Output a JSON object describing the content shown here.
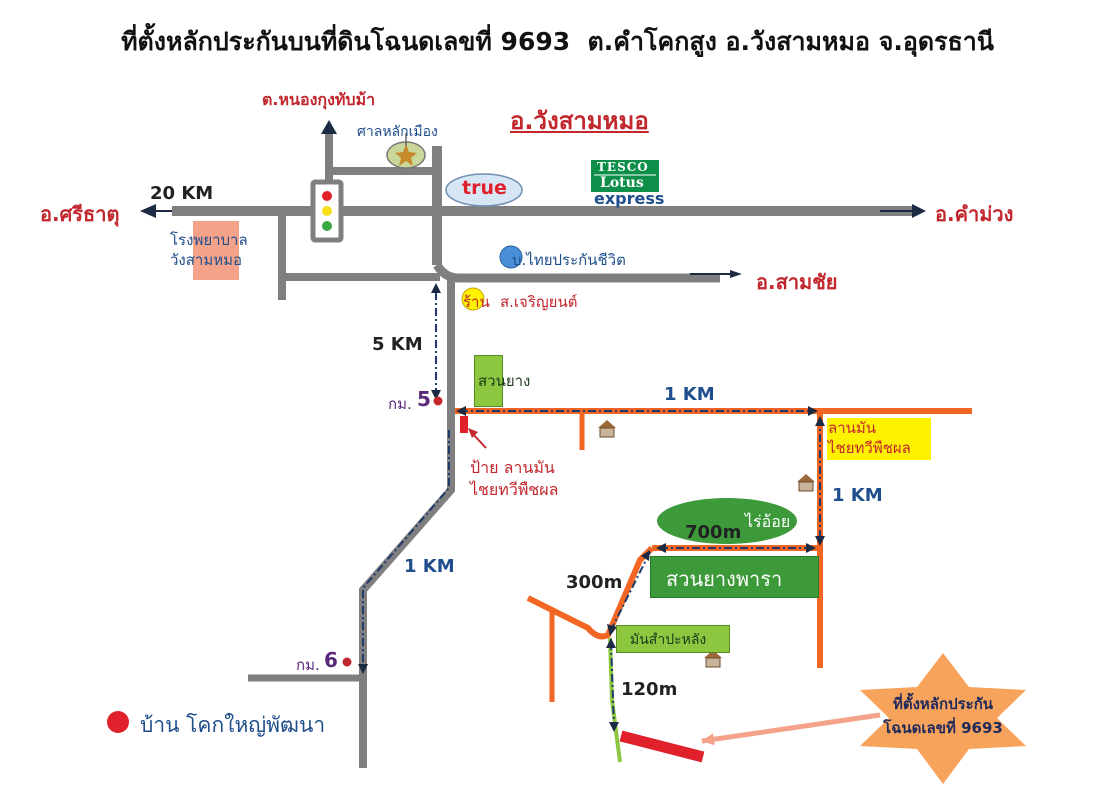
{
  "title": "ที่ตั้งหลักประกันบนที่ดินโฉนดเลขที่ 9693  ต.คำโคกสูง อ.วังสามหมอ จ.อุดรธานี",
  "places": {
    "district": "อ.วังสามหมอ",
    "north": "ต.หนองกุงทับม้า",
    "shrine": "ศาลหลักเมือง",
    "west": "อ.ศรีธาตุ",
    "east": "อ.คำม่วง",
    "southeast": "อ.สามชัย",
    "hospital": "โรงพยาบาล\nวังสามหมอ",
    "insurance": "บ.ไทยประกันชีวิต",
    "shop_prefix": "ร้าน",
    "shop": "ส.เจริญยนต์",
    "rubber_small": "สวนยาง",
    "km5_marker": "กม.",
    "km5_num": "5",
    "km6_marker": "กม.",
    "km6_num": "6",
    "sign": "ป้าย ลานมัน\nไชยทวีพืชผล",
    "cassava_yard": "ลานมัน\nไชยทวีพืชผล",
    "sugarcane": "ไร่อ้อย",
    "rubber_big": "สวนยางพารา",
    "cassava": "มันสำปะหลัง",
    "village": "บ้าน โคกใหญ่พัฒนา",
    "collateral": "ที่ตั้งหลักประกัน\nโฉนดเลขที่ 9693"
  },
  "logos": {
    "true": "true",
    "tesco_1": "TESCO",
    "tesco_2": "Lotus",
    "tesco_3": "express"
  },
  "distances": {
    "west_km": "20 KM",
    "five_km": "5 KM",
    "one_km_top": "1 KM",
    "one_km_right": "1 KM",
    "one_km_left": "1 KM",
    "m700": "700m",
    "m300": "300m",
    "m120": "120m"
  },
  "colors": {
    "road": "#7f7f7f",
    "local_road": "#f26522",
    "route_dash": "#1f3a6b",
    "title_red": "#c1272d",
    "label_blue": "#1f4e8c",
    "field_green": "#8dc63f",
    "dark_green": "#3d9a3a",
    "star": "#f7a35c",
    "collateral_red": "#e0202a"
  }
}
